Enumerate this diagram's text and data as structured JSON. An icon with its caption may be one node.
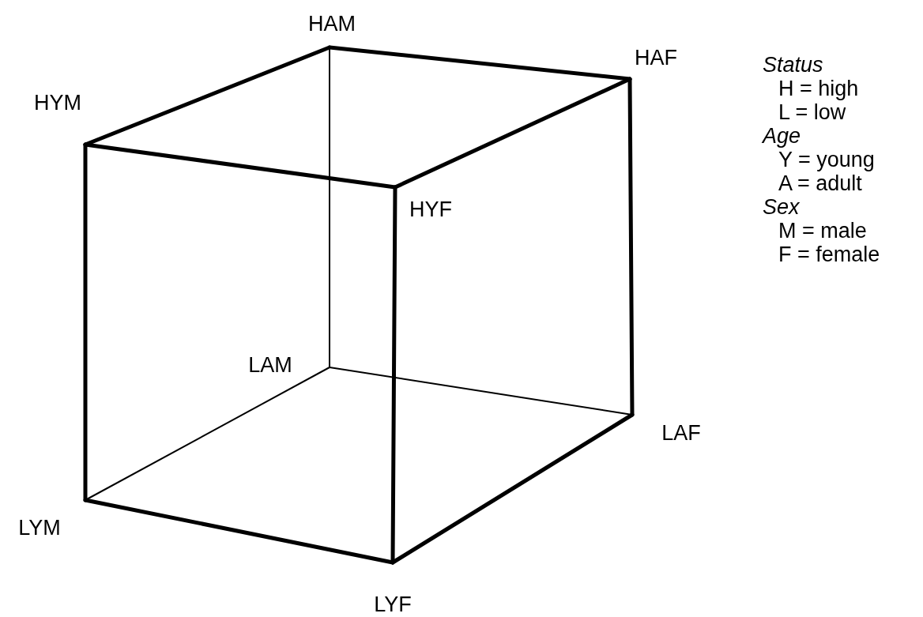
{
  "diagram": {
    "nodes": [
      {
        "text": [
          "HAM"
        ]
      },
      {
        "text": [
          "HAF"
        ]
      },
      {
        "text": [
          "HYM"
        ]
      },
      {
        "text": [
          "HYF"
        ]
      },
      {
        "text": [
          "LAM"
        ]
      },
      {
        "text": [
          "LAF"
        ]
      },
      {
        "text": [
          "LYM"
        ]
      },
      {
        "text": [
          "LYF"
        ]
      }
    ],
    "edges": [
      {
        "from": 0,
        "to": 1,
        "arrow": "none"
      },
      {
        "from": 0,
        "to": 2,
        "arrow": "none"
      },
      {
        "from": 2,
        "to": 3,
        "arrow": "none"
      },
      {
        "from": 3,
        "to": 1,
        "arrow": "none"
      },
      {
        "from": 0,
        "to": 4,
        "arrow": "none"
      },
      {
        "from": 1,
        "to": 5,
        "arrow": "none"
      },
      {
        "from": 2,
        "to": 6,
        "arrow": "none"
      },
      {
        "from": 3,
        "to": 7,
        "arrow": "none"
      },
      {
        "from": 4,
        "to": 5,
        "arrow": "none"
      },
      {
        "from": 4,
        "to": 6,
        "arrow": "none"
      },
      {
        "from": 6,
        "to": 7,
        "arrow": "none"
      },
      {
        "from": 7,
        "to": 5,
        "arrow": "none"
      }
    ],
    "labels": [
      "Status",
      "H = high",
      "L = low",
      "Age",
      "Y = young",
      "A = adult",
      "Sex",
      "M = male",
      "F = female"
    ]
  }
}
